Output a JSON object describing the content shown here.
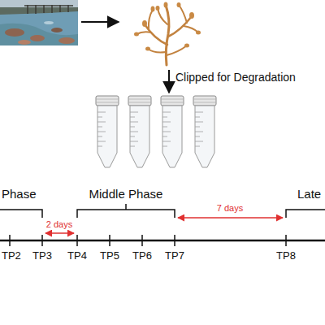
{
  "diagram": {
    "labels": [
      "Clipped for Degradation",
      "Phase",
      "Middle Phase",
      "Late",
      "7 days",
      "2 days",
      "TP2",
      "TP3",
      "TP4",
      "TP5",
      "TP6",
      "TP7",
      "TP8"
    ]
  }
}
